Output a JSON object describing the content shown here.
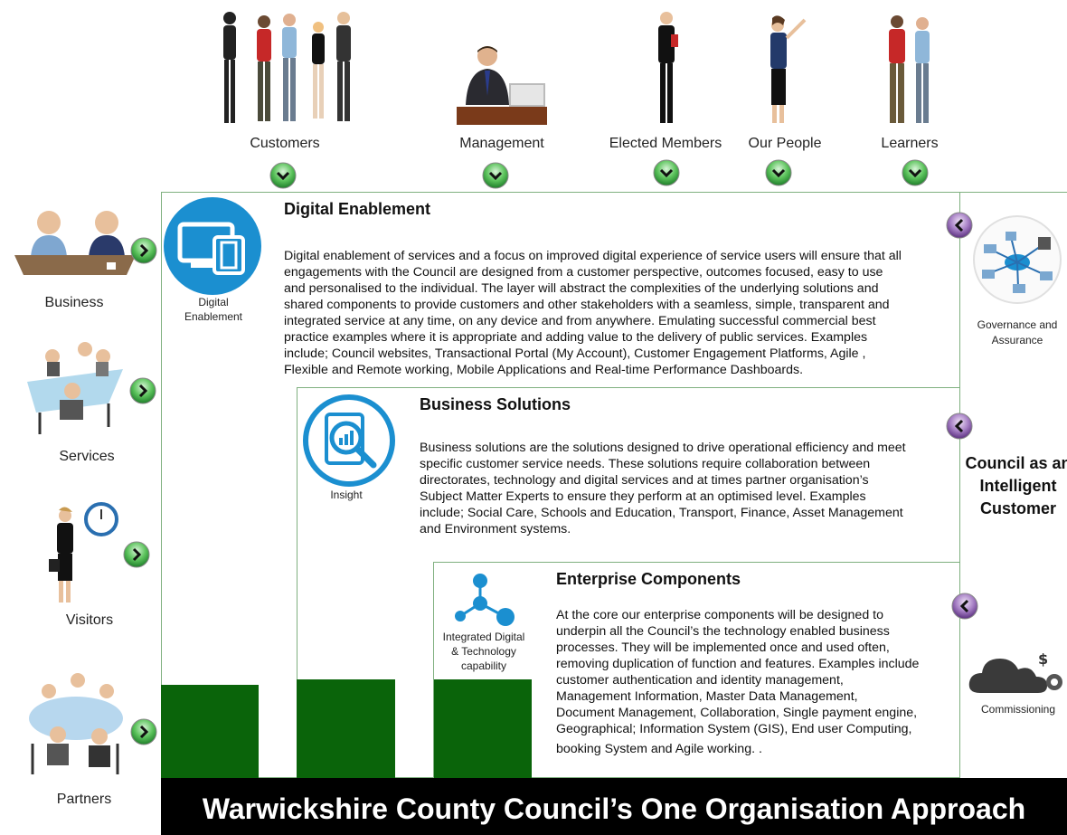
{
  "top_roles": [
    "Customers",
    "Management",
    "Elected Members",
    "Our People",
    "Learners"
  ],
  "left_roles": [
    "Business",
    "Services",
    "Visitors",
    "Partners"
  ],
  "right": {
    "governance": "Governance and Assurance",
    "council": [
      "Council as an",
      "Intelligent",
      "Customer"
    ],
    "commissioning": "Commissioning"
  },
  "layers": [
    {
      "icon_label": [
        "Digital",
        "Enablement"
      ],
      "title": "Digital Enablement",
      "lines": [
        "Digital enablement of services and a focus on improved digital experience of service users will ensure that all",
        "engagements with the Council are designed from a customer perspective, outcomes focused, easy to use",
        "and personalised to the individual. The layer will abstract the complexities of the underlying solutions and",
        "shared components to provide customers  and other stakeholders with a seamless, simple, transparent and",
        "integrated service at any time, on any device and from anywhere. Emulating successful commercial best",
        "practice examples where it is appropriate and adding value to the delivery of public services. Examples",
        "include; Council websites, Transactional Portal (My Account),  Customer Engagement Platforms, Agile ,",
        "Flexible and Remote working, Mobile Applications and Real-time Performance Dashboards."
      ]
    },
    {
      "icon_label": [
        "Insight"
      ],
      "title": "Business Solutions",
      "lines": [
        "Business solutions are the solutions designed to drive operational efficiency and meet",
        "specific customer service needs. These solutions require collaboration between",
        "directorates, technology and digital services and at times partner organisation’s",
        "Subject Matter Experts to ensure they perform at an optimised level. Examples",
        "include; Social Care, Schools and Education, Transport, Finance, Asset Management",
        "and Environment systems."
      ]
    },
    {
      "icon_label": [
        "Integrated Digital",
        "& Technology",
        "capability"
      ],
      "title": "Enterprise Components",
      "lines": [
        "At the core our enterprise components will be designed to",
        "underpin all the Council’s the technology enabled business",
        "processes. They will be implemented once and used often,",
        "removing duplication of function and features. Examples include",
        "customer authentication and identity management,",
        "Management Information, Master Data Management,",
        "Document Management, Collaboration, Single payment engine,",
        "Geographical; Information System (GIS), End user Computing,",
        "booking System and Agile working. ."
      ]
    }
  ],
  "footer": "Warwickshire County Council’s One Organisation Approach",
  "colors": {
    "accent_green": "#0a640a",
    "icon_blue": "#1b8fd0",
    "arrow_purple": "#8a5aa8",
    "arrow_green": "#3aa84a"
  }
}
